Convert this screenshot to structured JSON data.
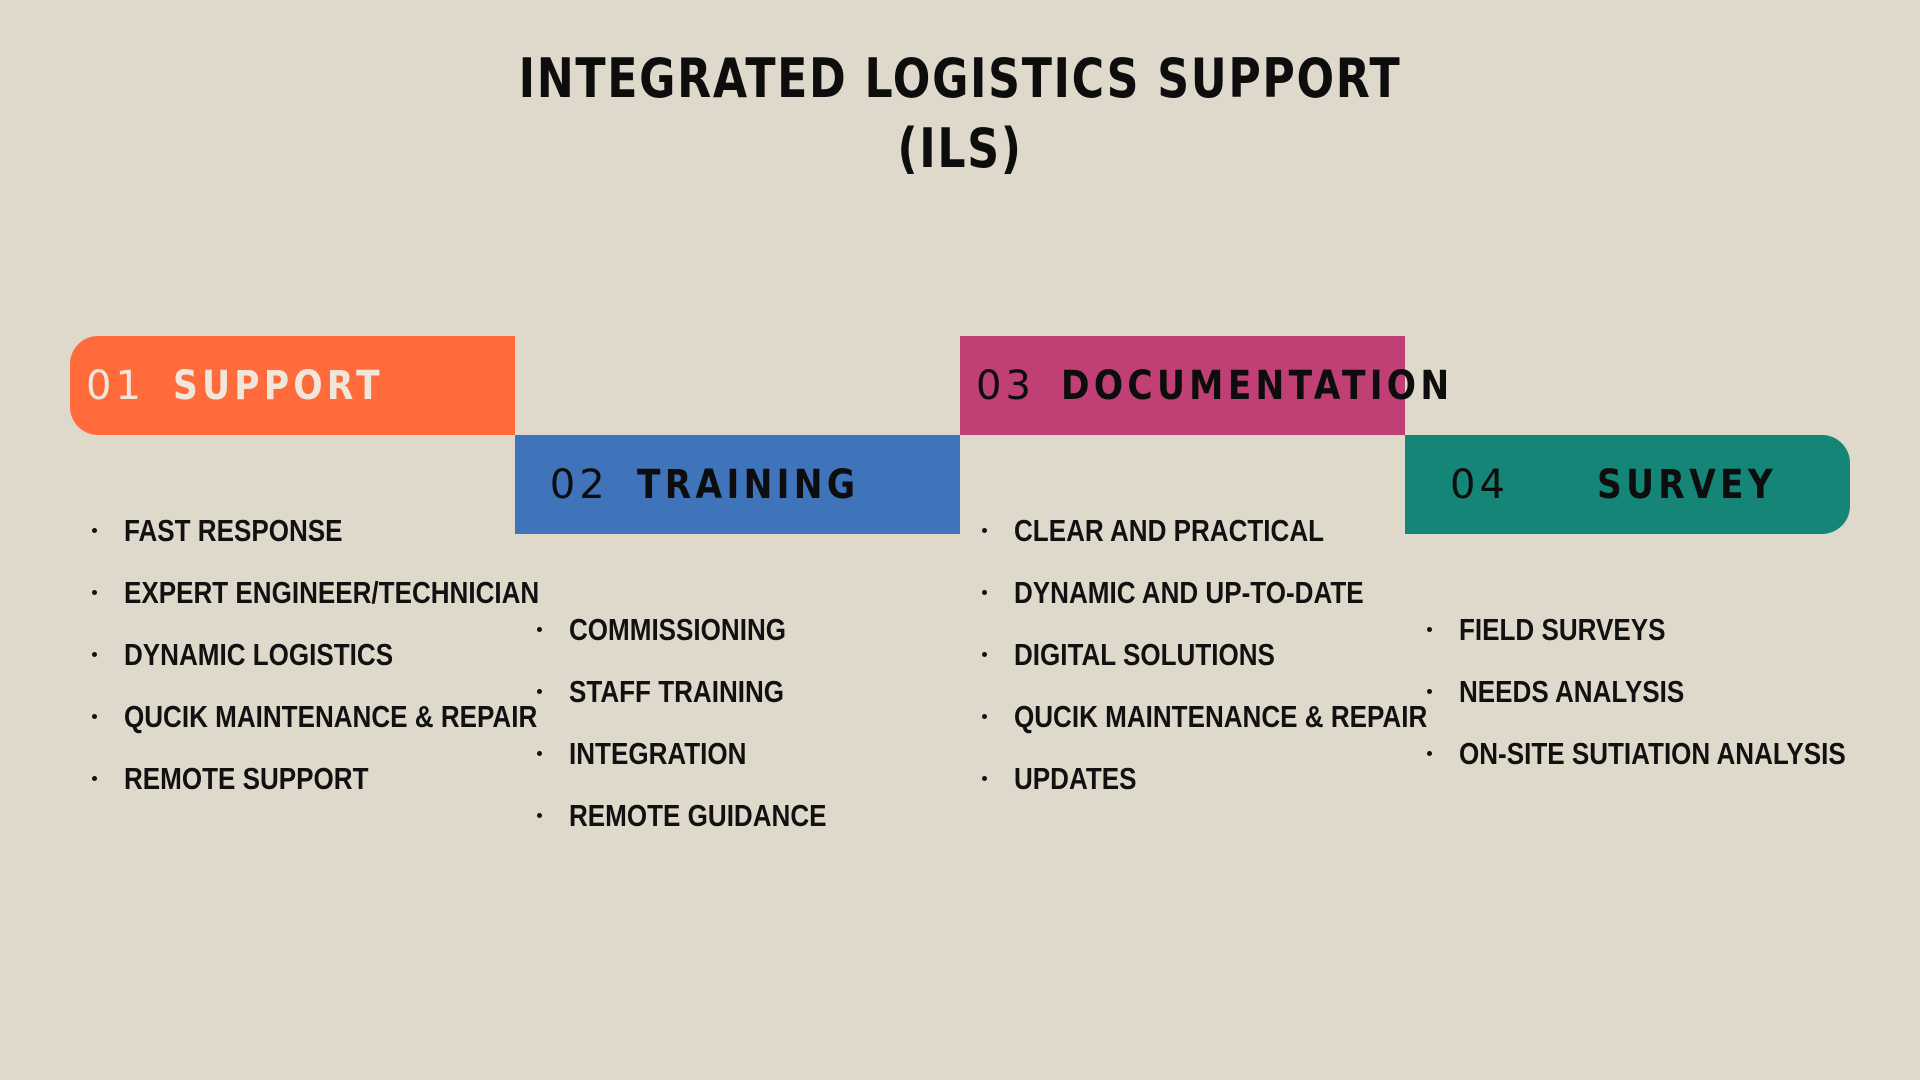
{
  "title": {
    "line1": "INTEGRATED LOGISTICS SUPPORT",
    "line2": "(ILS)"
  },
  "sections": [
    {
      "number": "01",
      "label": "SUPPORT",
      "color": "#FF6B3B",
      "items": [
        "FAST RESPONSE",
        "EXPERT ENGINEER/TECHNICIAN",
        "DYNAMIC LOGISTICS",
        "QUCIK MAINTENANCE & REPAIR",
        "REMOTE SUPPORT"
      ]
    },
    {
      "number": "02",
      "label": "TRAINING",
      "color": "#3F74BA",
      "items": [
        "COMMISSIONING",
        "STAFF TRAINING",
        "INTEGRATION",
        "REMOTE GUIDANCE"
      ]
    },
    {
      "number": "03",
      "label": "DOCUMENTATION",
      "color": "#C04075",
      "items": [
        "CLEAR AND PRACTICAL",
        "DYNAMIC AND UP-TO-DATE",
        "DIGITAL SOLUTIONS",
        "QUCIK MAINTENANCE & REPAIR",
        "UPDATES"
      ]
    },
    {
      "number": "04",
      "label": "SURVEY",
      "color": "#148576",
      "items": [
        "FIELD SURVEYS",
        "NEEDS ANALYSIS",
        "ON-SITE SUTIATION ANALYSIS"
      ]
    }
  ],
  "background_color": "#DFD9CB"
}
